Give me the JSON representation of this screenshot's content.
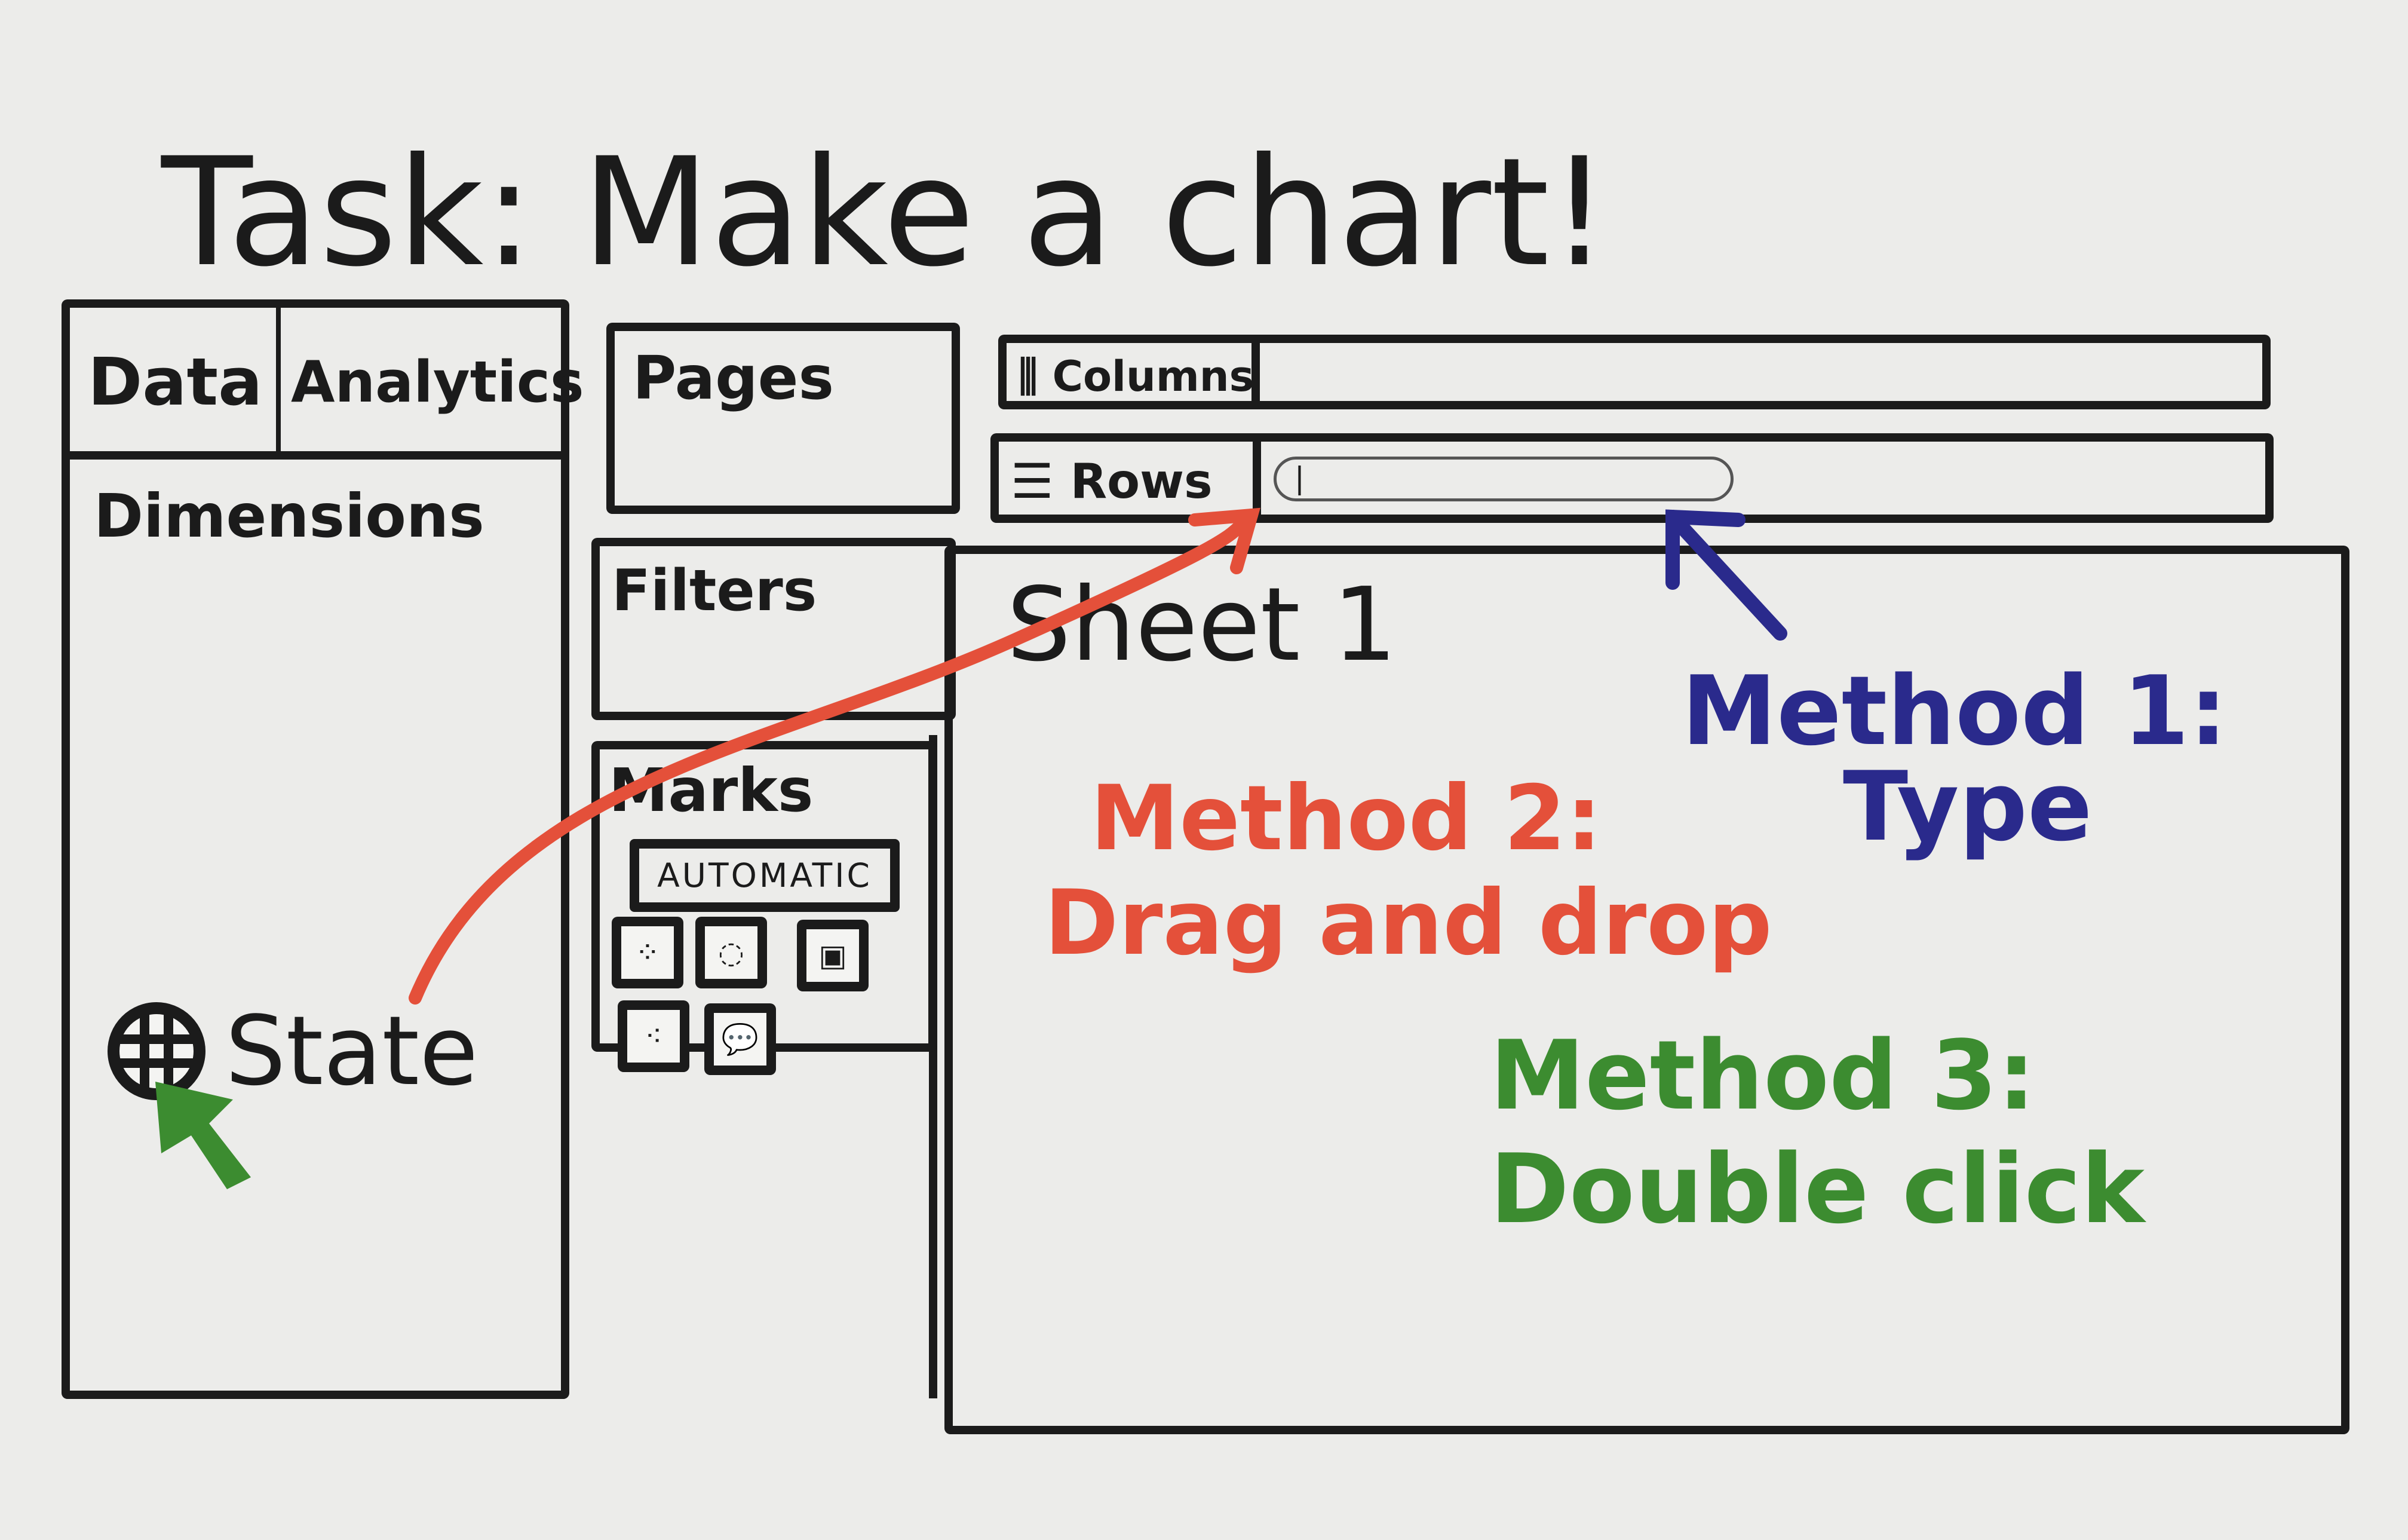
{
  "title": "Task: Make a chart!",
  "data_pane": {
    "tabs": [
      {
        "label": "Data"
      },
      {
        "label": "Analytics"
      }
    ],
    "section_label": "Dimensions",
    "fields": [
      {
        "label": "State",
        "icon": "globe-icon"
      }
    ]
  },
  "cards": {
    "pages": "Pages",
    "filters": "Filters",
    "marks": {
      "label": "Marks",
      "mark_type": "AUTOMATIC",
      "buttons": [
        "color-icon",
        "size-icon",
        "label-icon",
        "detail-icon",
        "tooltip-icon"
      ]
    }
  },
  "shelves": {
    "columns": "Columns",
    "rows": "Rows",
    "rows_input_value": "|"
  },
  "sheet": {
    "title": "Sheet 1"
  },
  "annotations": {
    "method1": {
      "line1": "Method 1:",
      "line2": "Type",
      "color": "#2a2a8c"
    },
    "method2": {
      "line1": "Method 2:",
      "line2": "Drag and drop",
      "color": "#e4503a"
    },
    "method3": {
      "line1": "Method 3:",
      "line2": "Double click",
      "color": "#3c8c30"
    }
  }
}
